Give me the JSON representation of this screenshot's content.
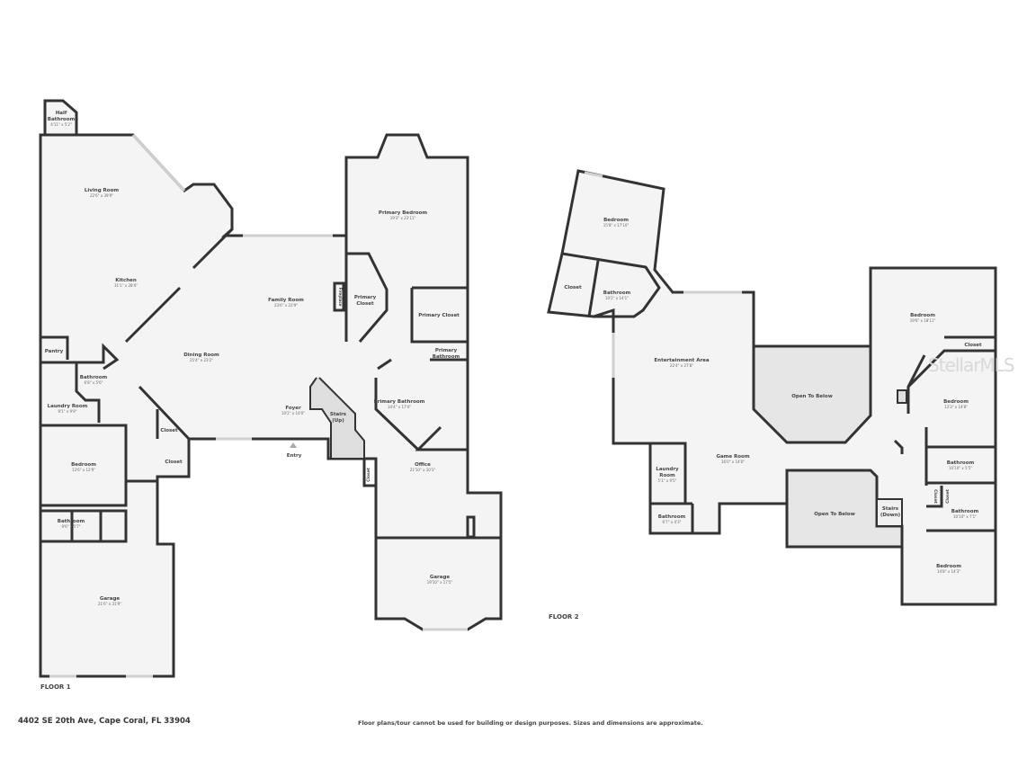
{
  "floor1": {
    "label": "FLOOR 1",
    "rooms": [
      {
        "name": "Half Bathroom",
        "dims": "4'11\" x 5'2\""
      },
      {
        "name": "Living Room",
        "dims": "22'6\" x 39'9\""
      },
      {
        "name": "Kitchen",
        "dims": "31'1\" x 28'4\""
      },
      {
        "name": "Family Room",
        "dims": "23'6\" x 22'9\""
      },
      {
        "name": "Dining Room",
        "dims": "25'4\" x 23'2\""
      },
      {
        "name": "Primary Bedroom",
        "dims": "19'3\" x 23'11\""
      },
      {
        "name": "Primary Closet",
        "dims": ""
      },
      {
        "name": "Primary Closet",
        "dims": ""
      },
      {
        "name": "Primary Bathroom",
        "dims": ""
      },
      {
        "name": "Primary Bathroom",
        "dims": "14'4\" x 17'4\""
      },
      {
        "name": "Pantry",
        "dims": ""
      },
      {
        "name": "Bathroom",
        "dims": "6'8\" x 5'6\""
      },
      {
        "name": "Laundry Room",
        "dims": "9'1\" x 9'9\""
      },
      {
        "name": "Foyer",
        "dims": "10'2\" x 10'0\""
      },
      {
        "name": "Stairs (Up)",
        "dims": ""
      },
      {
        "name": "Closet",
        "dims": ""
      },
      {
        "name": "Closet",
        "dims": ""
      },
      {
        "name": "Bedroom",
        "dims": "13'6\" x 12'9\""
      },
      {
        "name": "Bathroom",
        "dims": "9'6\" x 5'7\""
      },
      {
        "name": "Garage",
        "dims": "21'6\" x 31'9\""
      },
      {
        "name": "Office",
        "dims": "21'10\" x 10'3\""
      },
      {
        "name": "Garage",
        "dims": "19'10\" x 17'5\""
      }
    ],
    "fireplace": "Fireplace",
    "closet_vertical": "Closet",
    "entry": "Entry"
  },
  "floor2": {
    "label": "FLOOR 2",
    "rooms": [
      {
        "name": "Bedroom",
        "dims": "15'8\" x 17'10\""
      },
      {
        "name": "Closet",
        "dims": ""
      },
      {
        "name": "Bathroom",
        "dims": "10'2\" x 14'1\""
      },
      {
        "name": "Entertainment Area",
        "dims": "22'4\" x 27'8\""
      },
      {
        "name": "Open To Below",
        "dims": ""
      },
      {
        "name": "Game Room",
        "dims": "16'0\" x 14'0\""
      },
      {
        "name": "Laundry Room",
        "dims": "5'1\" x 9'5\""
      },
      {
        "name": "Bathroom",
        "dims": "6'7\" x 4'3\""
      },
      {
        "name": "Open To Below",
        "dims": ""
      },
      {
        "name": "Stairs (Down)",
        "dims": ""
      },
      {
        "name": "Bedroom",
        "dims": "19'6\" x 18'11\""
      },
      {
        "name": "Closet",
        "dims": ""
      },
      {
        "name": "Bedroom",
        "dims": "13'3\" x 14'8\""
      },
      {
        "name": "Bathroom",
        "dims": "10'10\" x 5'5\""
      },
      {
        "name": "Bathroom",
        "dims": "10'10\" x 7'1\""
      },
      {
        "name": "Bedroom",
        "dims": "14'8\" x 14'3\""
      }
    ],
    "closet_vertical_a": "Closet",
    "closet_vertical_b": "Closet"
  },
  "footer": {
    "address": "4402 SE 20th Ave, Cape Coral, FL 33904",
    "disclaimer": "Floor plans/tour cannot be used for building or design purposes. Sizes and dimensions are approximate."
  },
  "watermark": "StellarMLS",
  "colors": {
    "wall": "#333333",
    "floor": "#f4f4f4",
    "open_to_below": "#e6e6e6"
  }
}
